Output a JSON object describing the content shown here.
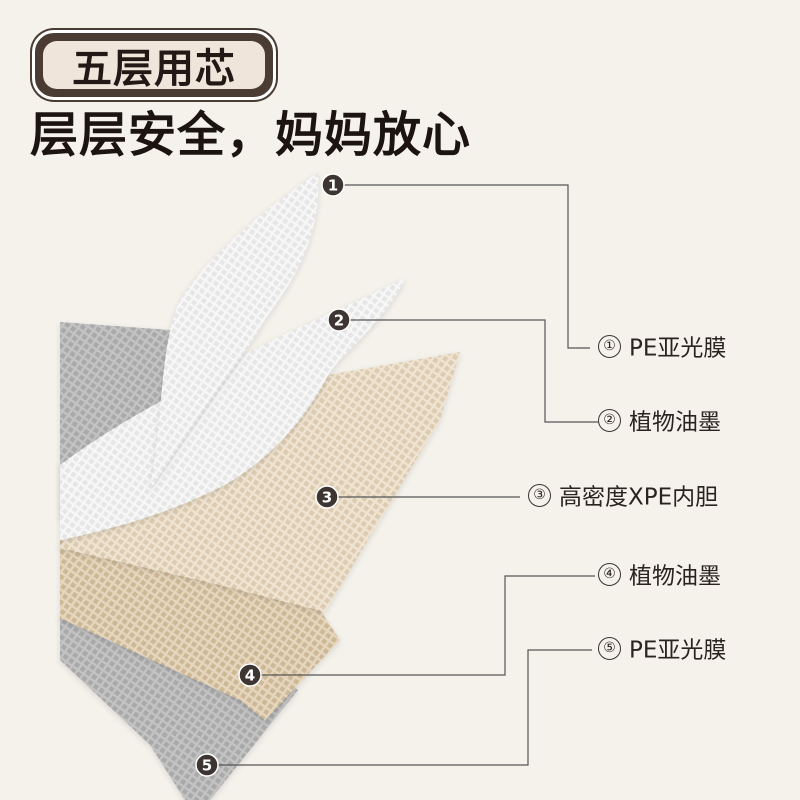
{
  "badge": "五层用芯",
  "headline": "层层安全，妈妈放心",
  "markers": [
    "1",
    "2",
    "3",
    "4",
    "5"
  ],
  "layers": [
    {
      "number": "①",
      "name": "PE亚光膜"
    },
    {
      "number": "②",
      "name": "植物油墨"
    },
    {
      "number": "③",
      "name": "高密度XPE内胆"
    },
    {
      "number": "④",
      "name": "植物油墨"
    },
    {
      "number": "⑤",
      "name": "PE亚光膜"
    }
  ],
  "colors": {
    "background": "#f5f2ec",
    "badge_border": "#4a3c33",
    "badge_fill": "#efe5da",
    "marker": "#3d3532",
    "leader_line": "#555555",
    "layer_gray": "#bcbcbc",
    "layer_white": "#f2f2f2",
    "layer_beige": "#e3d5bf"
  }
}
